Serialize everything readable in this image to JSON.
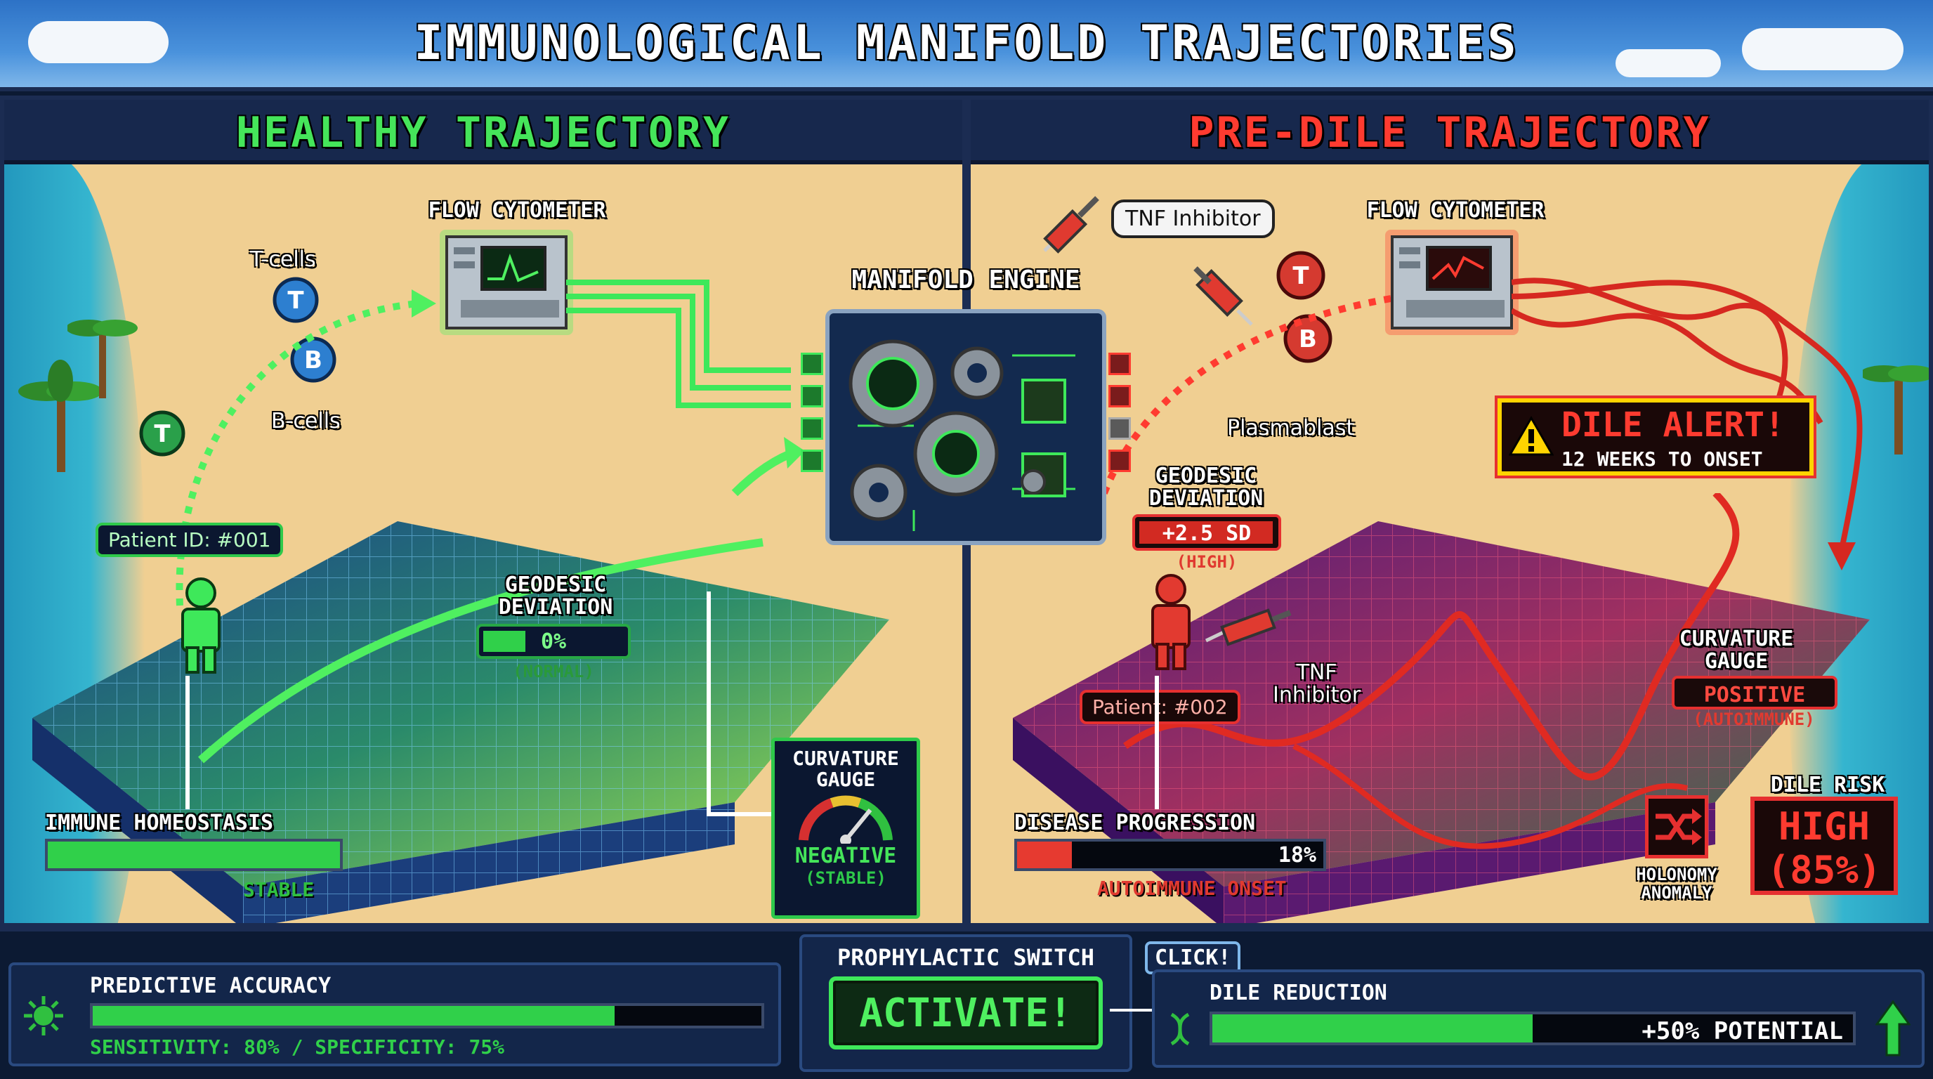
{
  "title": "IMMUNOLOGICAL MANIFOLD TRAJECTORIES",
  "left": {
    "heading": "HEALTHY TRAJECTORY",
    "flow_cytometer": "FLOW CYTOMETER",
    "t_cells": "T-cells",
    "b_cells": "B-cells",
    "patient_id": "Patient ID: #001",
    "geodesic_label_1": "GEODESIC",
    "geodesic_label_2": "DEVIATION",
    "geodesic_value": "0%",
    "geodesic_status": "(NORMAL)",
    "homeostasis_label": "IMMUNE HOMEOSTASIS",
    "homeostasis_status": "STABLE",
    "homeostasis_level": 1.0,
    "curvature_label_1": "CURVATURE",
    "curvature_label_2": "GAUGE",
    "curvature_value": "NEGATIVE",
    "curvature_status": "(STABLE)"
  },
  "engine": {
    "label": "MANIFOLD ENGINE"
  },
  "right": {
    "heading": "PRE-DILE TRAJECTORY",
    "flow_cytometer": "FLOW CYTOMETER",
    "tnf_bubble": "TNF Inhibitor",
    "plasmablast": "Plasmablast",
    "alert_title": "DILE ALERT!",
    "alert_sub": "12 WEEKS TO ONSET",
    "geodesic_label_1": "GEODESIC",
    "geodesic_label_2": "DEVIATION",
    "geodesic_value": "+2.5 SD",
    "geodesic_status": "(HIGH)",
    "tnf_label_1": "TNF",
    "tnf_label_2": "Inhibitor",
    "patient_id": "Patient: #002",
    "curvature_label_1": "CURVATURE",
    "curvature_label_2": "GAUGE",
    "curvature_value": "POSITIVE",
    "curvature_status": "(AUTOIMMUNE)",
    "progression_label": "DISEASE PROGRESSION",
    "progression_value": "18%",
    "progression_level": 0.18,
    "progression_status": "AUTOIMMUNE ONSET",
    "holonomy_1": "HOLONOMY",
    "holonomy_2": "ANOMALY",
    "risk_label": "DILE RISK",
    "risk_value_1": "HIGH",
    "risk_value_2": "(85%)"
  },
  "bottom": {
    "accuracy_label": "PREDICTIVE ACCURACY",
    "accuracy_level": 0.78,
    "accuracy_detail": "SENSITIVITY: 80% / SPECIFICITY: 75%",
    "switch_label": "PROPHYLACTIC SWITCH",
    "activate": "ACTIVATE!",
    "click_tag": "CLICK!",
    "reduction_label": "DILE REDUCTION",
    "reduction_value": "+50% POTENTIAL",
    "reduction_level": 0.5
  },
  "colors": {
    "healthy": "#3ee85a",
    "danger": "#ff3b30",
    "alert": "#ffd400"
  }
}
